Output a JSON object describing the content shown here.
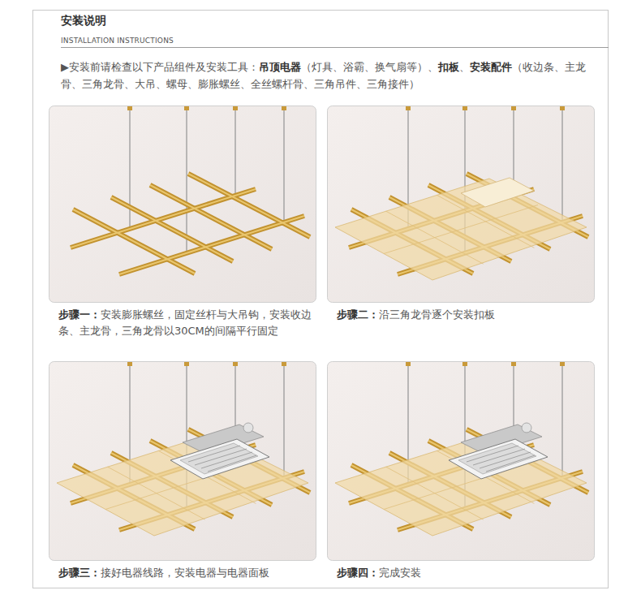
{
  "diagram": {
    "title": "安装说明",
    "nodes": [
      {
        "text": [
          "步骤一：",
          "安装膨胀螺丝，固定丝杆与大吊钩，安装收边条、主龙骨，三角龙骨以30CM的间隔平行固定"
        ]
      },
      {
        "text": [
          "步骤二：",
          "沿三角龙骨逐个安装扣板"
        ]
      },
      {
        "text": [
          "步骤三：",
          "接好电器线路，安装电器与电器面板"
        ]
      },
      {
        "text": [
          "步骤四：",
          "完成安装"
        ]
      }
    ],
    "labels": [
      "INSTALLATION INSTRUCTIONS",
      "▶安装前请检查以下产品组件及安装工具：",
      "吊顶电器",
      "（灯具、浴霸、换气扇等）、",
      "扣板",
      "、",
      "安装配件",
      "（收边条、主龙骨、三角龙骨、大吊、螺母、膨胀螺丝、全丝螺杆骨、三角吊件、三角接件）"
    ]
  }
}
